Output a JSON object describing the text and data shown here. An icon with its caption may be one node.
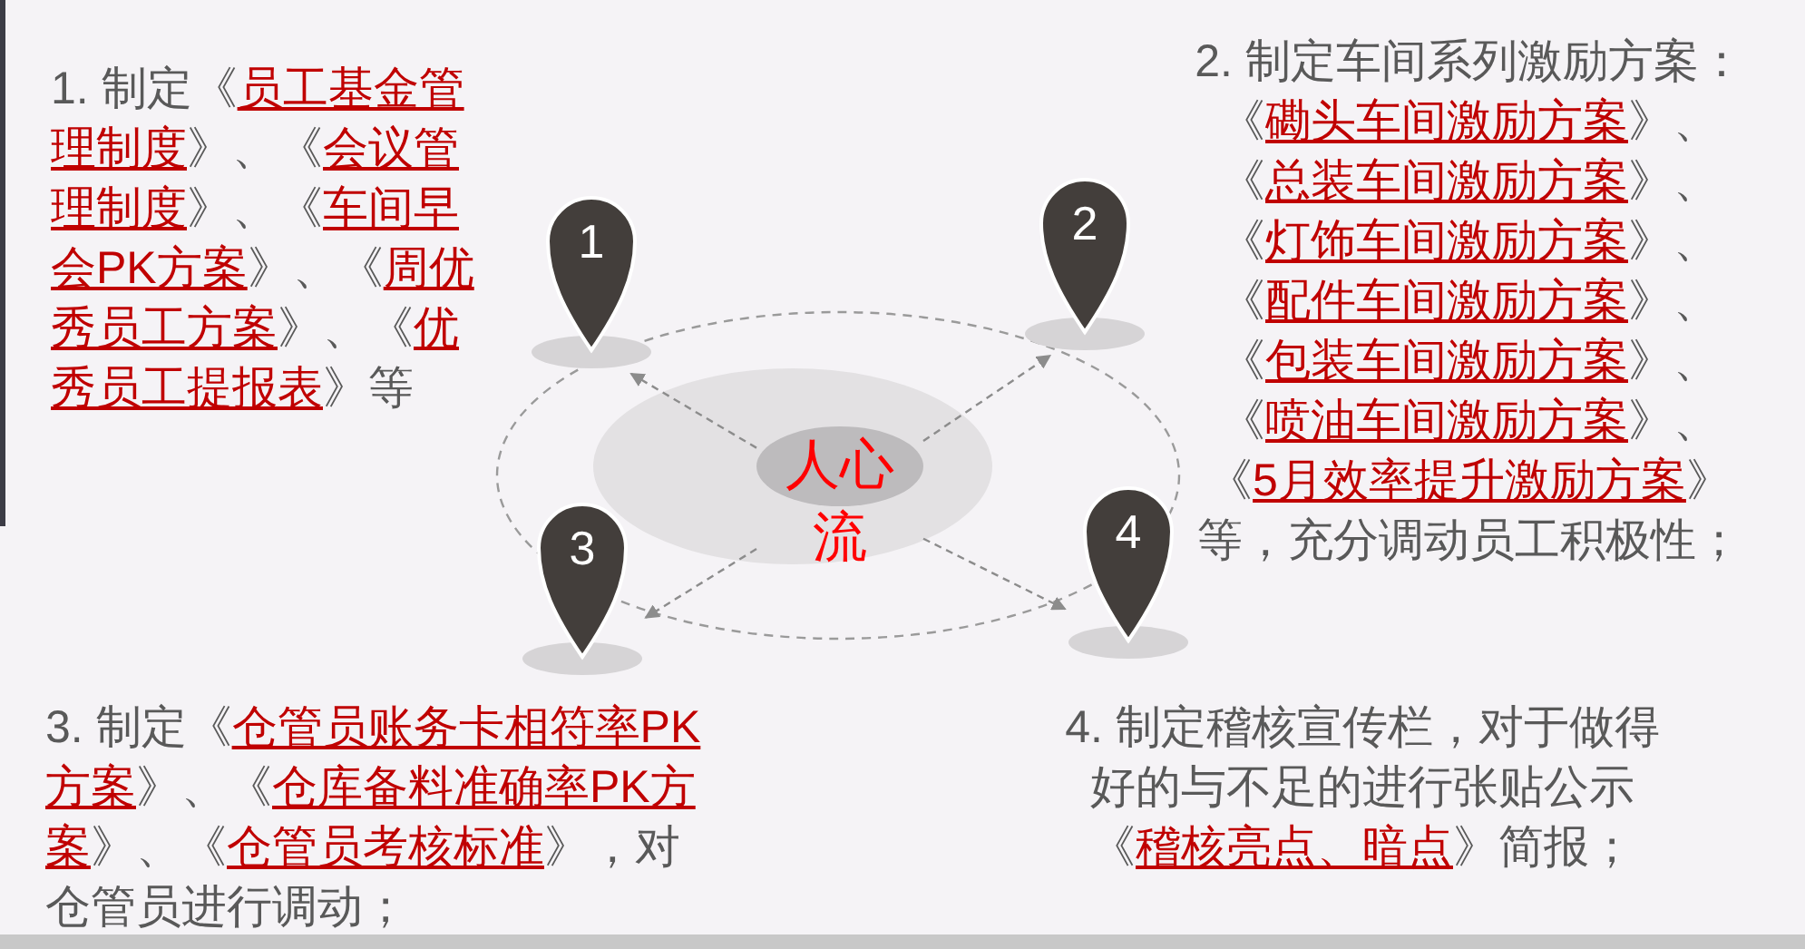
{
  "diagram": {
    "nodes": [
      {
        "text": [
          "人心流"
        ]
      },
      {
        "text": [
          "1"
        ]
      },
      {
        "text": [
          "2"
        ]
      },
      {
        "text": [
          "3"
        ]
      },
      {
        "text": [
          "4"
        ]
      }
    ],
    "edges": [
      {
        "from": 0,
        "to": 1,
        "arrow": "to",
        "style": "dashed"
      },
      {
        "from": 0,
        "to": 2,
        "arrow": "to",
        "style": "dashed"
      },
      {
        "from": 0,
        "to": 3,
        "arrow": "to",
        "style": "dashed"
      },
      {
        "from": 0,
        "to": 4,
        "arrow": "to",
        "style": "dashed"
      }
    ],
    "labels": [
      "1. 制定《**员工基金管理制度**》、《**会议管理制度**》、《**车间早会PK方案**》、《**周优秀员工方案**》、《**优秀员工提报表**》等",
      "2. 制定车间系列激励方案：《**磡头车间激励方案**》、《**总装车间激励方案**》、《**灯饰车间激励方案**》、《**配件车间激励方案**》、《**包装车间激励方案**》、《**喷油车间激励方案**》、《**5月效率提升激励方案**》等，充分调动员工积极性；",
      "3. 制定《**仓管员账务卡相符率PK方案**》、《**仓库备料准确率PK方案**》、《**仓管员考核标准**》，对仓管员进行调动；",
      "4. 制定稽核宣传栏，对于做得好的与不足的进行张贴公示《**稽核亮点、暗点**》简报；"
    ]
  }
}
